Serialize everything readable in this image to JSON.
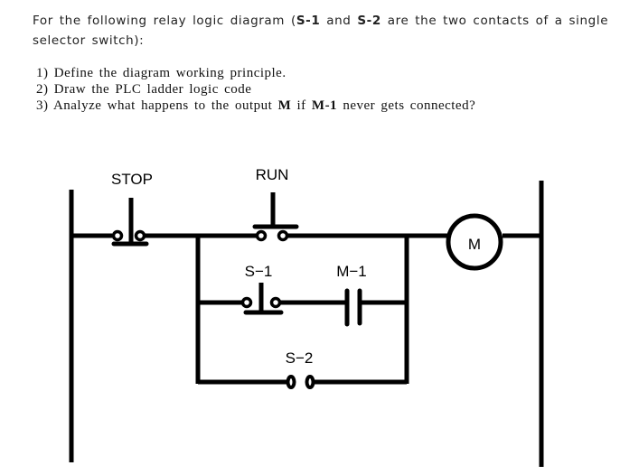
{
  "intro": {
    "text_1": "For the following relay logic diagram (",
    "s1": "S-1",
    "text_2": " and ",
    "s2": "S-2",
    "text_3": " are the two contacts of a single selector switch):"
  },
  "questions": [
    {
      "num": "1)",
      "parts": [
        "Define the diagram working principle."
      ]
    },
    {
      "num": "2)",
      "parts": [
        "Draw the PLC ladder logic code"
      ]
    },
    {
      "num": "3)",
      "pre": "Analyze what happens to the output ",
      "b1": "M",
      "mid": " if ",
      "b2": "M-1",
      "post": " never gets connected?"
    }
  ],
  "diagram": {
    "labels": {
      "stop": "STOP",
      "run": "RUN",
      "s1": "S−1",
      "m1": "M−1",
      "s2": "S−2",
      "motor": "M"
    },
    "components": [
      {
        "id": "stop",
        "type": "pushbutton-normally-closed",
        "label": "STOP"
      },
      {
        "id": "run",
        "type": "pushbutton-normally-open",
        "label": "RUN"
      },
      {
        "id": "s1",
        "type": "selector-contact-normally-closed",
        "label": "S-1"
      },
      {
        "id": "m1",
        "type": "relay-contact-normally-open",
        "label": "M-1"
      },
      {
        "id": "s2",
        "type": "selector-contact-normally-open",
        "label": "S-2"
      },
      {
        "id": "motor",
        "type": "motor-coil",
        "label": "M"
      }
    ],
    "colors": {
      "wire": "#000000",
      "background": "#ffffff"
    }
  }
}
